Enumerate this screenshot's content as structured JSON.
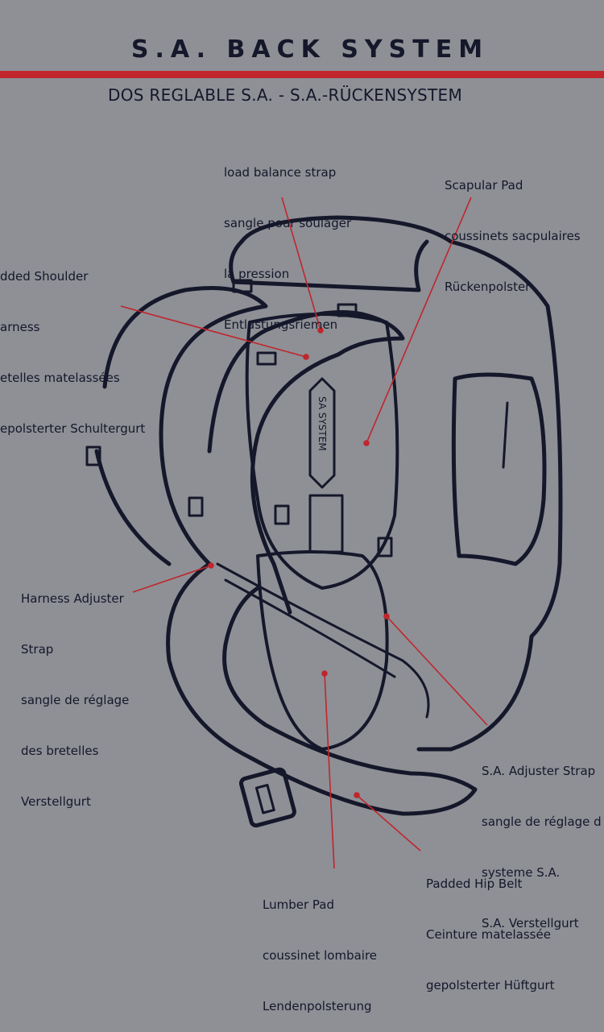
{
  "header": {
    "title": "S.A. BACK SYSTEM",
    "subtitle": "DOS REGLABLE S.A. - S.A.-RÜCKENSYSTEM"
  },
  "labels": {
    "load_balance": [
      "load balance strap",
      "sangle pour soulager",
      "la pression",
      "Entlastungsriemen"
    ],
    "scapular": [
      "Scapular Pad",
      "coussinets sacpulaires",
      "Rückenpolster"
    ],
    "shoulder": [
      "dded Shoulder",
      "arness",
      "etelles matelassées",
      "epolsterter Schultergurt"
    ],
    "harness_adjuster": [
      "Harness Adjuster",
      "Strap",
      "sangle de réglage",
      "des bretelles",
      "Verstellgurt"
    ],
    "sa_adjuster": [
      "S.A. Adjuster Strap",
      "sangle de réglage d",
      "systeme S.A.",
      "S.A. Verstellgurt"
    ],
    "hip_belt": [
      "Padded Hip Belt",
      "Ceinture matelassée",
      "gepolsterter Hüftgurt"
    ],
    "lumber": [
      "Lumber Pad",
      "coussinet lombaire",
      "Lendenpolsterung"
    ]
  },
  "diagram": {
    "spine_text": "SA SYSTEM"
  },
  "colors": {
    "background": "#8e9096",
    "ink": "#15172a",
    "accent": "#c0262c"
  }
}
